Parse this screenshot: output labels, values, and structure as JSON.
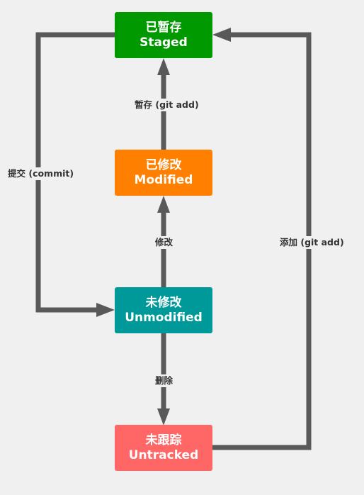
{
  "nodes": {
    "staged": {
      "zh": "已暂存",
      "en": "Staged",
      "color": "#009900"
    },
    "modified": {
      "zh": "已修改",
      "en": "Modified",
      "color": "#ff8000"
    },
    "unmodified": {
      "zh": "未修改",
      "en": "Unmodified",
      "color": "#009999"
    },
    "untracked": {
      "zh": "未跟踪",
      "en": "Untracked",
      "color": "#ff6666"
    }
  },
  "edges": {
    "stage": {
      "label": "暂存 (git add)"
    },
    "commit": {
      "label": "提交 (commit)"
    },
    "modify": {
      "label": "修改"
    },
    "add": {
      "label": "添加 (git add)"
    },
    "delete": {
      "label": "删除"
    }
  },
  "colors": {
    "edge": "#595959",
    "background": "#f0f0f0"
  }
}
